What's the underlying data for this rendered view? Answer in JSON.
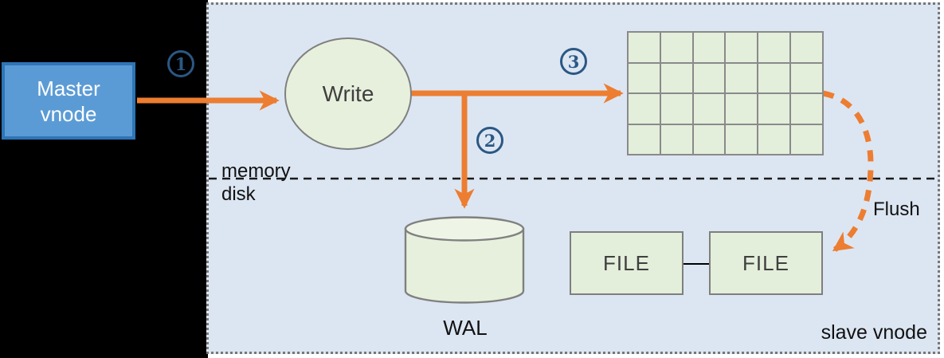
{
  "diagram": {
    "title_hint": "vnode write flow",
    "master_node": {
      "line1": "Master",
      "line2": "vnode"
    },
    "steps": {
      "step1": "1",
      "step2": "2",
      "step3": "3"
    },
    "write_label": "Write",
    "memory_label": "memory",
    "disk_label": "disk",
    "wal_label": "WAL",
    "file1_label": "FILE",
    "file2_label": "FILE",
    "flush_label": "Flush",
    "slave_label": "slave vnode",
    "memtable": {
      "rows": 4,
      "cols": 6
    },
    "colors": {
      "accent_orange": "#ED7D31",
      "node_green": "#E3EEDB",
      "cylinder_top_green": "#EEF5E6",
      "master_blue": "#5B9BD5",
      "master_border_blue": "#2E75B6",
      "panel_blue": "#DCE6F2",
      "step_badge_blue": "#2B5784",
      "shape_border_gray": "#7F7F7F",
      "background_black": "#000000"
    }
  }
}
